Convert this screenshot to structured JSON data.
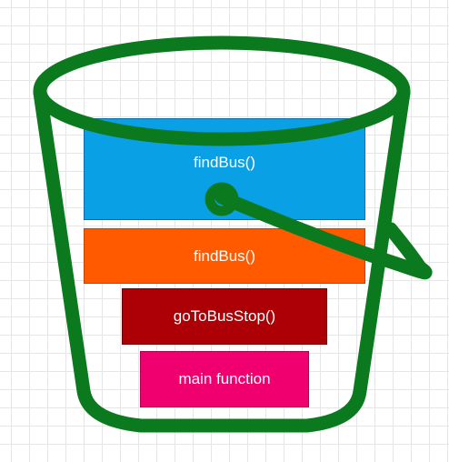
{
  "colors": {
    "bucket": "#0b7a1e",
    "grid": "#e6e6e6",
    "text": "#ffffff"
  },
  "stack": {
    "frames": [
      {
        "label": "findBus()",
        "fill": "#0aa0e6",
        "stroke": "#0b6ea8"
      },
      {
        "label": "findBus()",
        "fill": "#ff5a00",
        "stroke": "#c24400"
      },
      {
        "label": "goToBusStop()",
        "fill": "#ad0006",
        "stroke": "#6e0004"
      },
      {
        "label": "main function",
        "fill": "#f0006e",
        "stroke": "#b00050"
      }
    ]
  }
}
